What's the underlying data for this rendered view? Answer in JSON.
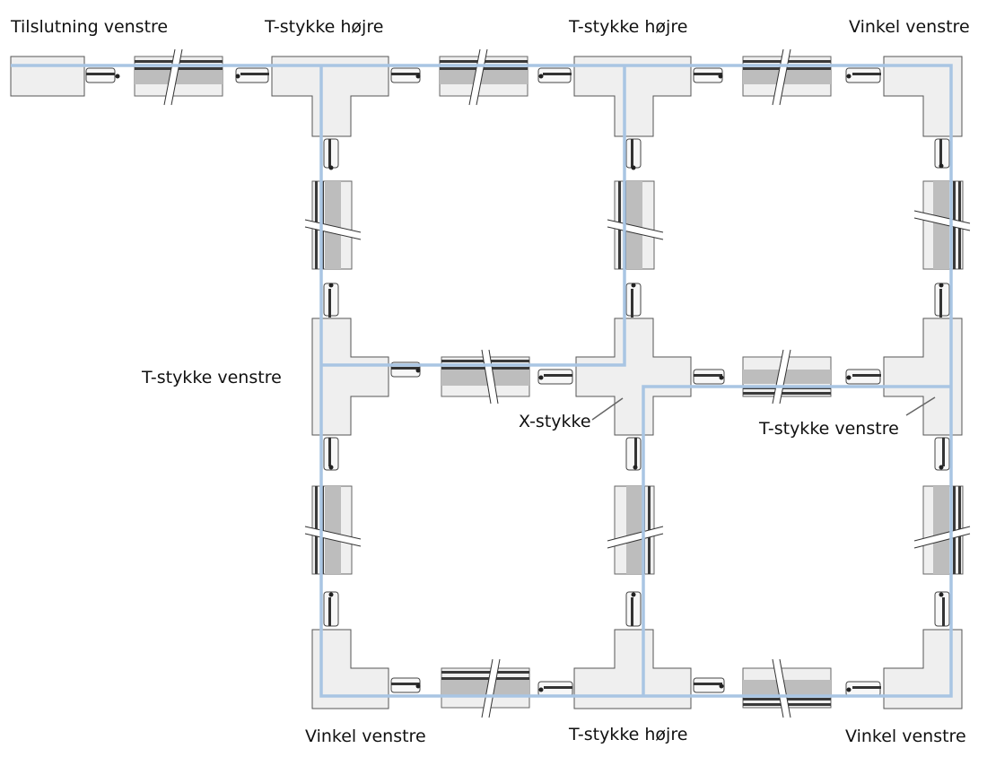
{
  "labels": {
    "top_left": "Tilslutning venstre",
    "top_t1": "T-stykke højre",
    "top_t2": "T-stykke højre",
    "top_right": "Vinkel venstre",
    "mid_left": "T-stykke venstre",
    "mid_x": "X-stykke",
    "mid_right": "T-stykke venstre",
    "bot_left": "Vinkel venstre",
    "bot_mid": "T-stykke højre",
    "bot_right": "Vinkel venstre"
  },
  "colors": {
    "wire": "#a9c5e3",
    "connector": "#efefef",
    "rail_mid": "#bdbdbd",
    "rail_bar": "#3a3a3a"
  }
}
